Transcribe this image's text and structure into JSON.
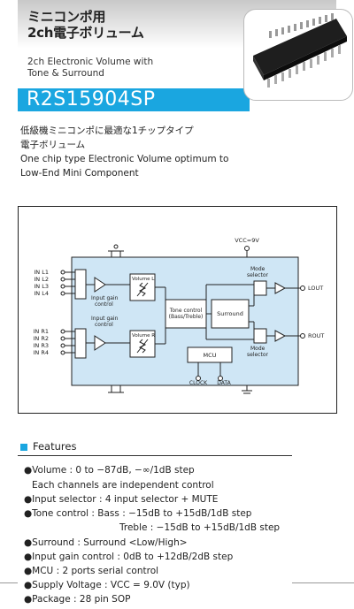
{
  "header": {
    "title_jp_line1": "ミニコンポ用",
    "title_jp_line2": "2ch電子ボリューム",
    "title_en_line1": "2ch Electronic Volume with",
    "title_en_line2": "Tone & Surround",
    "model": "R2S15904SP"
  },
  "description": {
    "jp_line1": "低級機ミニコンポに最適な1チップタイプ",
    "jp_line2": "電子ボリューム",
    "en_line1": "One chip type Electronic Volume optimum to",
    "en_line2": "Low-End Mini Component"
  },
  "diagram": {
    "vcc": "VCC=9V",
    "inputs_left": [
      "IN L1",
      "IN L2",
      "IN L3",
      "IN L4"
    ],
    "inputs_right": [
      "IN R1",
      "IN R2",
      "IN R3",
      "IN R4"
    ],
    "input_gain_label1": "Input gain",
    "input_gain_label2": "control",
    "volume_l": "Volume L",
    "volume_r": "Volume R",
    "tone_label1": "Tone control",
    "tone_label2": "(Bass/Treble)",
    "surround": "Surround",
    "mcu": "MCU",
    "mode_label1": "Mode",
    "mode_label2": "selector",
    "lout": "LOUT",
    "rout": "ROUT",
    "clock": "CLOCK",
    "data": "DATA",
    "colors": {
      "fill": "#cfe6f5",
      "line": "#222222"
    }
  },
  "features": {
    "title": "Features",
    "lines": [
      "●Volume : 0 to −87dB, −∞/1dB step",
      "Each channels are independent control",
      "●Input selector : 4 input selector + MUTE",
      "●Tone control : Bass : −15dB to +15dB/1dB step",
      "Treble : −15dB to +15dB/1dB step",
      "●Surround : Surround <Low/High>",
      "●Input gain control : 0dB to +12dB/2dB step",
      "●MCU : 2 ports serial control",
      "●Supply Voltage : VCC = 9.0V (typ)",
      "●Package : 28 pin SOP"
    ],
    "accent": "#1aa6e0"
  }
}
